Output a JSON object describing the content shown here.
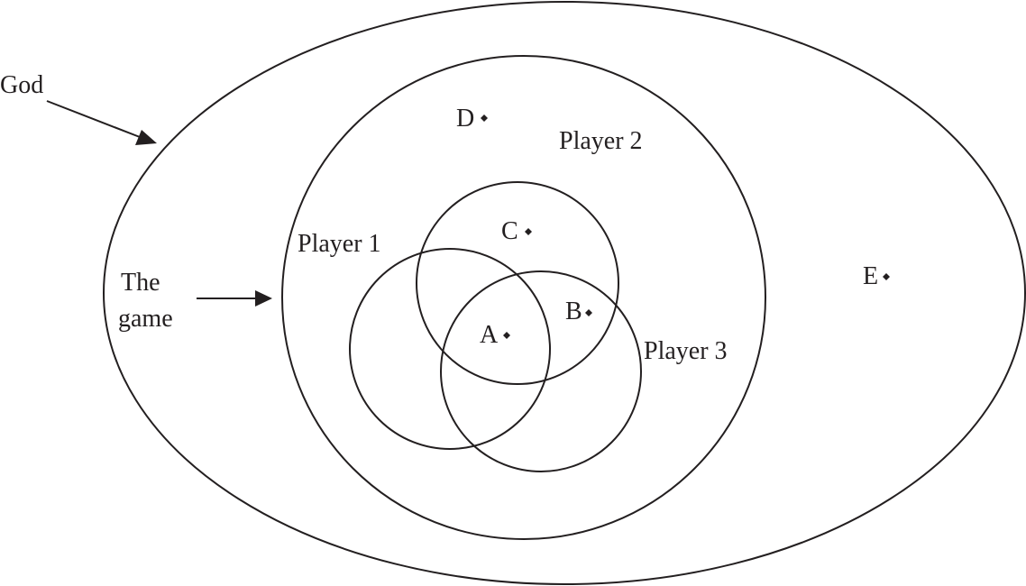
{
  "labels": {
    "god": "God",
    "game_line1": "The",
    "game_line2": "game",
    "player1": "Player 1",
    "player2": "Player 2",
    "player3": "Player 3"
  },
  "points": {
    "a": "A",
    "b": "B",
    "c": "C",
    "d": "D",
    "e": "E"
  }
}
